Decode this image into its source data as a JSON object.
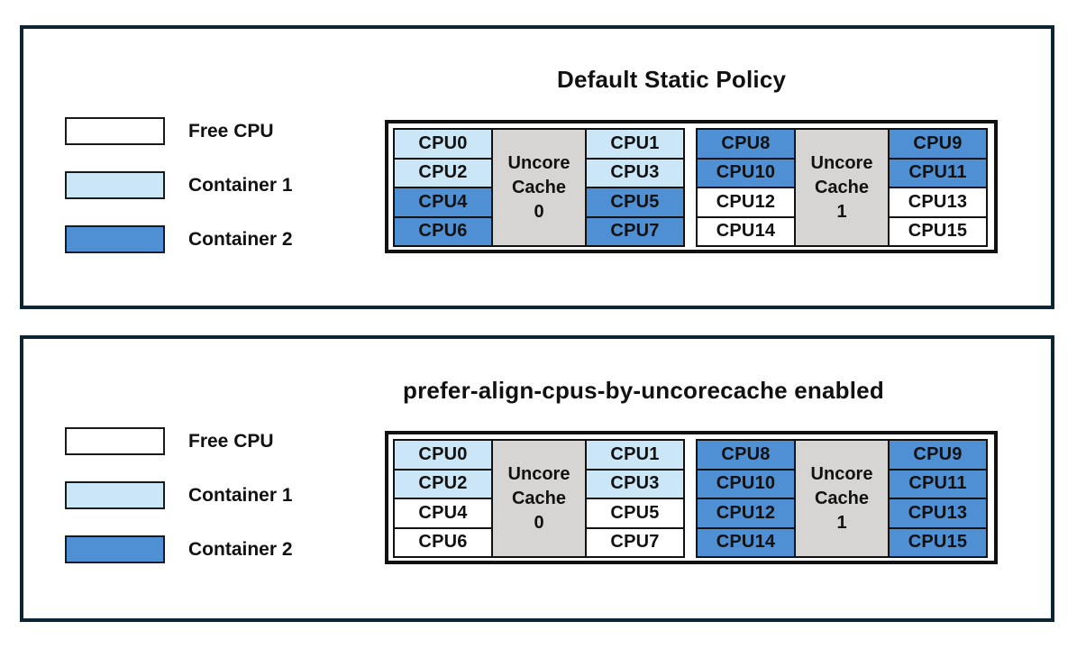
{
  "colors": {
    "free": "#FFFFFF",
    "container1": "#CBE7F7",
    "container2": "#4F90D5",
    "cache-fill": "#D6D5D3",
    "panel-border": "#0D2433",
    "box-border": "#111111"
  },
  "legend": {
    "items": [
      {
        "label": "Free CPU",
        "state": "free"
      },
      {
        "label": "Container 1",
        "state": "container1"
      },
      {
        "label": "Container 2",
        "state": "container2"
      }
    ]
  },
  "panels": [
    {
      "title": "Default Static Policy",
      "groups": [
        {
          "cache": {
            "line1": "Uncore",
            "line2": "Cache",
            "line3": "0"
          },
          "left_cpus": [
            {
              "label": "CPU0",
              "state": "container1"
            },
            {
              "label": "CPU2",
              "state": "container1"
            },
            {
              "label": "CPU4",
              "state": "container2"
            },
            {
              "label": "CPU6",
              "state": "container2"
            }
          ],
          "right_cpus": [
            {
              "label": "CPU1",
              "state": "container1"
            },
            {
              "label": "CPU3",
              "state": "container1"
            },
            {
              "label": "CPU5",
              "state": "container2"
            },
            {
              "label": "CPU7",
              "state": "container2"
            }
          ]
        },
        {
          "cache": {
            "line1": "Uncore",
            "line2": "Cache",
            "line3": "1"
          },
          "left_cpus": [
            {
              "label": "CPU8",
              "state": "container2"
            },
            {
              "label": "CPU10",
              "state": "container2"
            },
            {
              "label": "CPU12",
              "state": "free"
            },
            {
              "label": "CPU14",
              "state": "free"
            }
          ],
          "right_cpus": [
            {
              "label": "CPU9",
              "state": "container2"
            },
            {
              "label": "CPU11",
              "state": "container2"
            },
            {
              "label": "CPU13",
              "state": "free"
            },
            {
              "label": "CPU15",
              "state": "free"
            }
          ]
        }
      ]
    },
    {
      "title": "prefer-align-cpus-by-uncorecache enabled",
      "groups": [
        {
          "cache": {
            "line1": "Uncore",
            "line2": "Cache",
            "line3": "0"
          },
          "left_cpus": [
            {
              "label": "CPU0",
              "state": "container1"
            },
            {
              "label": "CPU2",
              "state": "container1"
            },
            {
              "label": "CPU4",
              "state": "free"
            },
            {
              "label": "CPU6",
              "state": "free"
            }
          ],
          "right_cpus": [
            {
              "label": "CPU1",
              "state": "container1"
            },
            {
              "label": "CPU3",
              "state": "container1"
            },
            {
              "label": "CPU5",
              "state": "free"
            },
            {
              "label": "CPU7",
              "state": "free"
            }
          ]
        },
        {
          "cache": {
            "line1": "Uncore",
            "line2": "Cache",
            "line3": "1"
          },
          "left_cpus": [
            {
              "label": "CPU8",
              "state": "container2"
            },
            {
              "label": "CPU10",
              "state": "container2"
            },
            {
              "label": "CPU12",
              "state": "container2"
            },
            {
              "label": "CPU14",
              "state": "container2"
            }
          ],
          "right_cpus": [
            {
              "label": "CPU9",
              "state": "container2"
            },
            {
              "label": "CPU11",
              "state": "container2"
            },
            {
              "label": "CPU13",
              "state": "container2"
            },
            {
              "label": "CPU15",
              "state": "container2"
            }
          ]
        }
      ]
    }
  ]
}
